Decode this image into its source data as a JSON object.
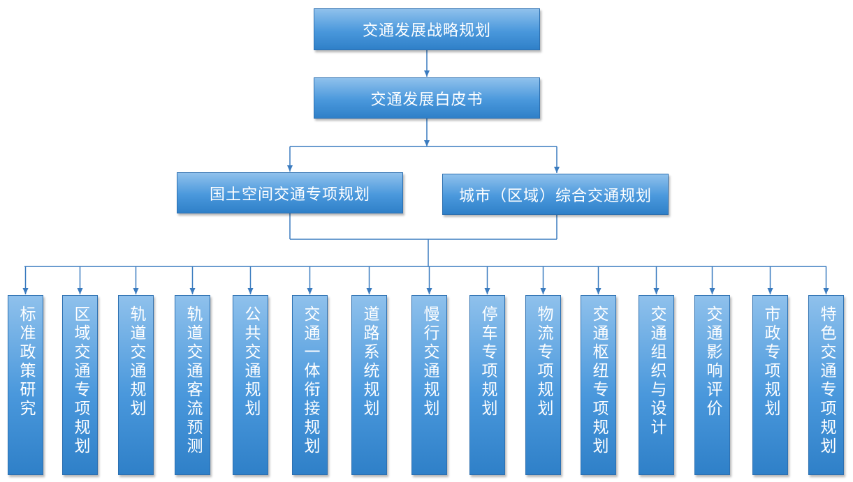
{
  "diagram": {
    "top": "交通发展战略规划",
    "second": "交通发展白皮书",
    "mid_left": "国土空间交通专项规划",
    "mid_right": "城市（区域）综合交通规划",
    "leaves": [
      "标准政策研究",
      "区域交通专项规划",
      "轨道交通规划",
      "轨道交通客流预测",
      "公共交通规划",
      "交通一体衔接规划",
      "道路系统规划",
      "慢行交通规划",
      "停车专项规划",
      "物流专项规划",
      "交通枢纽专项规划",
      "交通组织与设计",
      "交通影响评价",
      "市政专项规划",
      "特色交通专项规划"
    ],
    "colors": {
      "box_top": "#8fc1ec",
      "box_bottom": "#2f80c8",
      "connector": "#3a7bbf"
    }
  }
}
